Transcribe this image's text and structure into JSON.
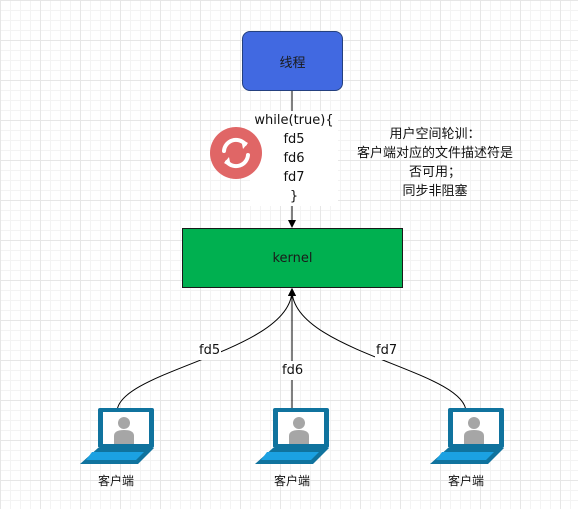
{
  "thread": {
    "label": "线程"
  },
  "kernel": {
    "label": "kernel"
  },
  "loop_code": [
    "while(true){",
    "fd5",
    "fd6",
    "fd7",
    "}"
  ],
  "note": [
    "用户空间轮训：",
    "客户端对应的文件描述符是",
    "否可用；",
    "同步非阻塞"
  ],
  "edges": [
    "fd5",
    "fd6",
    "fd7"
  ],
  "clients": [
    {
      "label": "客户端"
    },
    {
      "label": "客户端"
    },
    {
      "label": "客户端"
    }
  ],
  "icons": {
    "loop": "sync-icon",
    "client": "laptop-user-icon"
  },
  "colors": {
    "thread": "#4169e1",
    "kernel": "#00b050",
    "loop_icon": "#e06666",
    "laptop": "#1ba1e2",
    "laptop_dark": "#10739e"
  }
}
